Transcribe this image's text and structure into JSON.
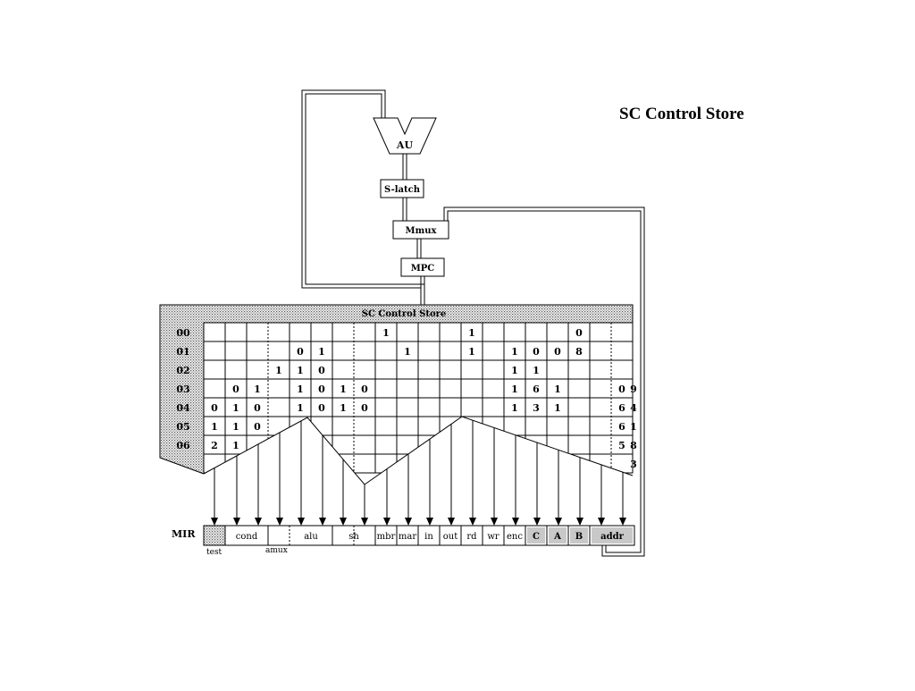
{
  "slide_title": "SC Control Store",
  "components": {
    "au": "AU",
    "slatch": "S-latch",
    "mmux": "Mmux",
    "mpc": "MPC",
    "control_store_header": "SC Control Store",
    "mir": "MIR"
  },
  "addresses": [
    "00",
    "01",
    "02",
    "03",
    "04",
    "05",
    "06"
  ],
  "rows": [
    [
      "",
      "",
      "",
      "",
      "",
      "",
      "",
      "",
      "1",
      "",
      "",
      "",
      "1",
      "",
      "",
      "",
      "",
      "0",
      "",
      "",
      ""
    ],
    [
      "",
      "",
      "",
      "",
      "0",
      "1",
      "",
      "",
      "",
      "1",
      "",
      "",
      "1",
      "",
      "1",
      "0",
      "0",
      "8",
      "",
      "",
      ""
    ],
    [
      "",
      "",
      "",
      "1",
      "1",
      "0",
      "",
      "",
      "",
      "",
      "",
      "",
      "",
      "",
      "1",
      "1",
      "",
      "",
      "",
      "",
      ""
    ],
    [
      "",
      "0",
      "1",
      "",
      "1",
      "0",
      "1",
      "0",
      "",
      "",
      "",
      "",
      "",
      "",
      "1",
      "6",
      "1",
      "",
      "",
      "0",
      "9"
    ],
    [
      "0",
      "1",
      "0",
      "",
      "1",
      "0",
      "1",
      "0",
      "",
      "",
      "",
      "",
      "",
      "",
      "1",
      "3",
      "1",
      "",
      "",
      "6",
      "4"
    ],
    [
      "1",
      "1",
      "0",
      "",
      "",
      "",
      "",
      "",
      "",
      "",
      "",
      "",
      "",
      "",
      "",
      "",
      "",
      "",
      "",
      "6",
      "1"
    ],
    [
      "2",
      "1",
      "",
      "",
      "",
      "",
      "",
      "",
      "",
      "",
      "",
      "",
      "",
      "",
      "",
      "",
      "",
      "",
      "",
      "5",
      "8"
    ],
    [
      "",
      "",
      "",
      "",
      "",
      "",
      "",
      "",
      "",
      "",
      "",
      "",
      "",
      "",
      "",
      "",
      "",
      "",
      "",
      "",
      "3"
    ]
  ],
  "mir_fields": [
    "cond",
    "alu",
    "sh",
    "mbr",
    "mar",
    "in",
    "out",
    "rd",
    "wr",
    "enc",
    "C",
    "A",
    "B",
    "addr"
  ],
  "mir_sublabels": [
    "test",
    "amux"
  ]
}
